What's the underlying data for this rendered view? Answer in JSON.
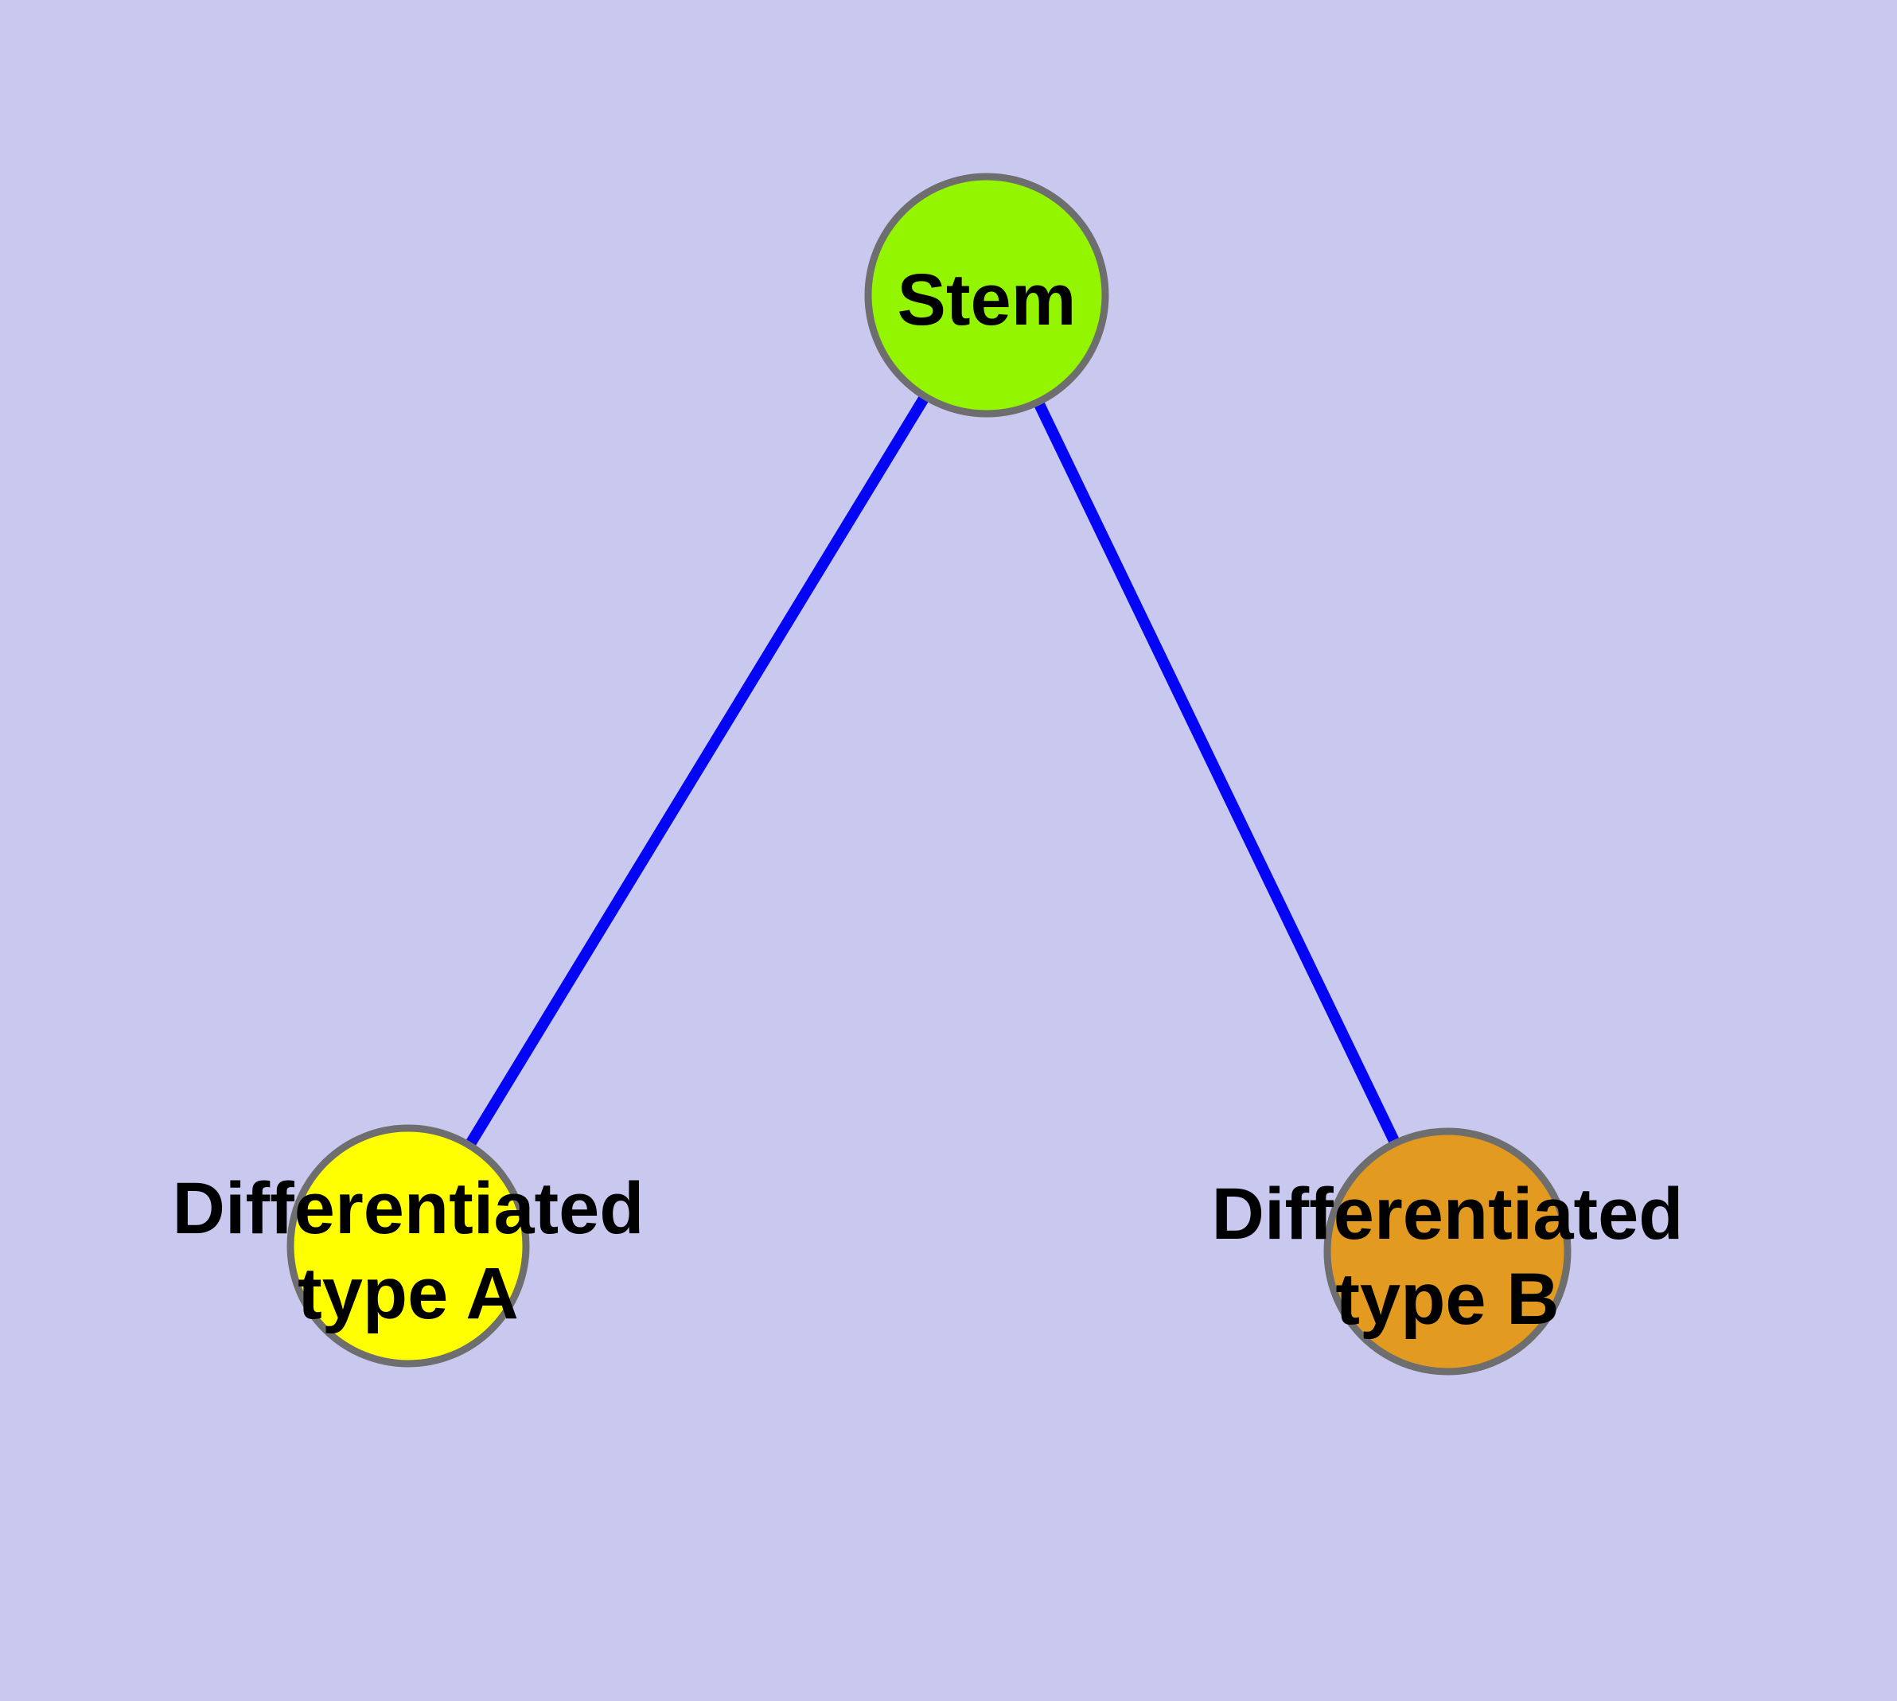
{
  "diagram": {
    "type": "node-link-tree",
    "background_color": "#C9C9F0",
    "edge_color": "#0505F5",
    "node_border_color": "#6E6E6E",
    "label_color": "#000000",
    "nodes": {
      "stem": {
        "label": "Stem",
        "fill": "#94F500",
        "shape": "circle"
      },
      "type_a": {
        "label_line1": "Differentiated",
        "label_line2": "type A",
        "fill": "#FFFF00",
        "shape": "circle"
      },
      "type_b": {
        "label_line1": "Differentiated",
        "label_line2": "type B",
        "fill": "#E29B20",
        "shape": "circle"
      }
    },
    "edges": [
      {
        "from": "Stem",
        "to": "Differentiated type A"
      },
      {
        "from": "Stem",
        "to": "Differentiated type B"
      }
    ]
  }
}
